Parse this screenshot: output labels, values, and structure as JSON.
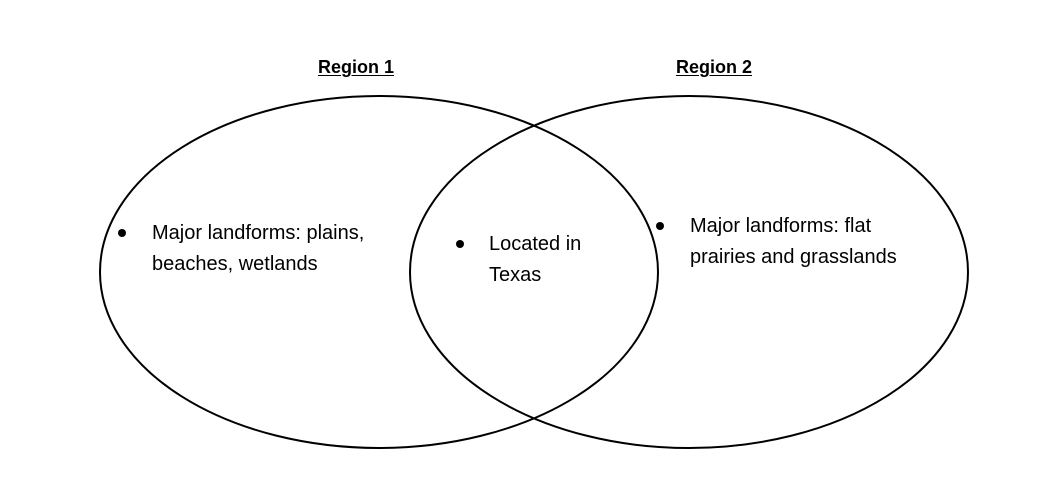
{
  "region1": {
    "title": "Region 1",
    "item": "Major landforms: plains, beaches, wetlands"
  },
  "region2": {
    "title": "Region 2",
    "item": "Major landforms: flat prairies and grasslands"
  },
  "overlap": {
    "item": "Located in Texas"
  },
  "colors": {
    "stroke": "#000000",
    "background": "#ffffff"
  }
}
